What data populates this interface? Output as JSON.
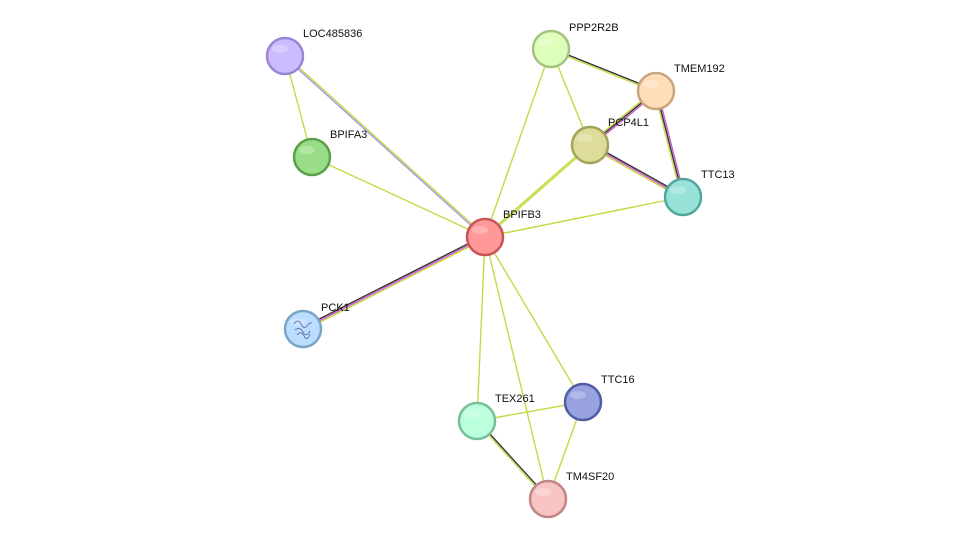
{
  "network": {
    "nodes": [
      {
        "id": "LOC485836",
        "label": "LOC485836",
        "fill": "#ccbbff",
        "stroke": "#9a85d0"
      },
      {
        "id": "BPIFA3",
        "label": "BPIFA3",
        "fill": "#99dd88",
        "stroke": "#5c9f4a"
      },
      {
        "id": "PPP2R2B",
        "label": "PPP2R2B",
        "fill": "#ddffbb",
        "stroke": "#a5c27f"
      },
      {
        "id": "TMEM192",
        "label": "TMEM192",
        "fill": "#ffddbb",
        "stroke": "#c9a47c"
      },
      {
        "id": "PCP4L1",
        "label": "PCP4L1",
        "fill": "#dddd99",
        "stroke": "#a3a35a"
      },
      {
        "id": "TTC13",
        "label": "TTC13",
        "fill": "#99e2d9",
        "stroke": "#52a79c"
      },
      {
        "id": "BPIFB3",
        "label": "BPIFB3",
        "fill": "#ff9999",
        "stroke": "#c85555"
      },
      {
        "id": "PCK1",
        "label": "PCK1",
        "fill": "#bbddff",
        "stroke": "#7aa5c5",
        "has_structure": true
      },
      {
        "id": "TTC16",
        "label": "TTC16",
        "fill": "#99a3e2",
        "stroke": "#4f5ba5"
      },
      {
        "id": "TEX261",
        "label": "TEX261",
        "fill": "#bbffdd",
        "stroke": "#77bf99"
      },
      {
        "id": "TM4SF20",
        "label": "TM4SF20",
        "fill": "#f9c4c4",
        "stroke": "#c08585"
      }
    ],
    "edges": [
      {
        "source": "LOC485836",
        "target": "BPIFA3",
        "colors": [
          "#c6d944"
        ]
      },
      {
        "source": "LOC485836",
        "target": "BPIFB3",
        "colors": [
          "#c6d944",
          "#9b9bdf"
        ]
      },
      {
        "source": "BPIFA3",
        "target": "BPIFB3",
        "colors": [
          "#c6d944"
        ]
      },
      {
        "source": "PPP2R2B",
        "target": "BPIFB3",
        "colors": [
          "#c6d944"
        ]
      },
      {
        "source": "PPP2R2B",
        "target": "PCP4L1",
        "colors": [
          "#c6d944"
        ]
      },
      {
        "source": "PPP2R2B",
        "target": "TMEM192",
        "colors": [
          "#333333",
          "#c6d944"
        ]
      },
      {
        "source": "TMEM192",
        "target": "PCP4L1",
        "colors": [
          "#d05ad0",
          "#333333",
          "#c6d944"
        ]
      },
      {
        "source": "TMEM192",
        "target": "TTC13",
        "colors": [
          "#d05ad0",
          "#333333",
          "#c6d944"
        ]
      },
      {
        "source": "PCP4L1",
        "target": "TTC13",
        "colors": [
          "#333333",
          "#d05ad0",
          "#c6d944"
        ]
      },
      {
        "source": "PCP4L1",
        "target": "BPIFB3",
        "colors": [
          "#c6d944",
          "#c6d944"
        ]
      },
      {
        "source": "TTC13",
        "target": "BPIFB3",
        "colors": [
          "#c6d944"
        ]
      },
      {
        "source": "BPIFB3",
        "target": "PCK1",
        "colors": [
          "#c6d944",
          "#d05ad0",
          "#333333"
        ]
      },
      {
        "source": "BPIFB3",
        "target": "TTC16",
        "colors": [
          "#c6d944"
        ]
      },
      {
        "source": "BPIFB3",
        "target": "TEX261",
        "colors": [
          "#c6d944"
        ]
      },
      {
        "source": "BPIFB3",
        "target": "TM4SF20",
        "colors": [
          "#c6d944"
        ]
      },
      {
        "source": "TEX261",
        "target": "TTC16",
        "colors": [
          "#c6d944"
        ]
      },
      {
        "source": "TEX261",
        "target": "TM4SF20",
        "colors": [
          "#333333",
          "#c6d944"
        ]
      },
      {
        "source": "TTC16",
        "target": "TM4SF20",
        "colors": [
          "#c6d944"
        ]
      }
    ]
  }
}
